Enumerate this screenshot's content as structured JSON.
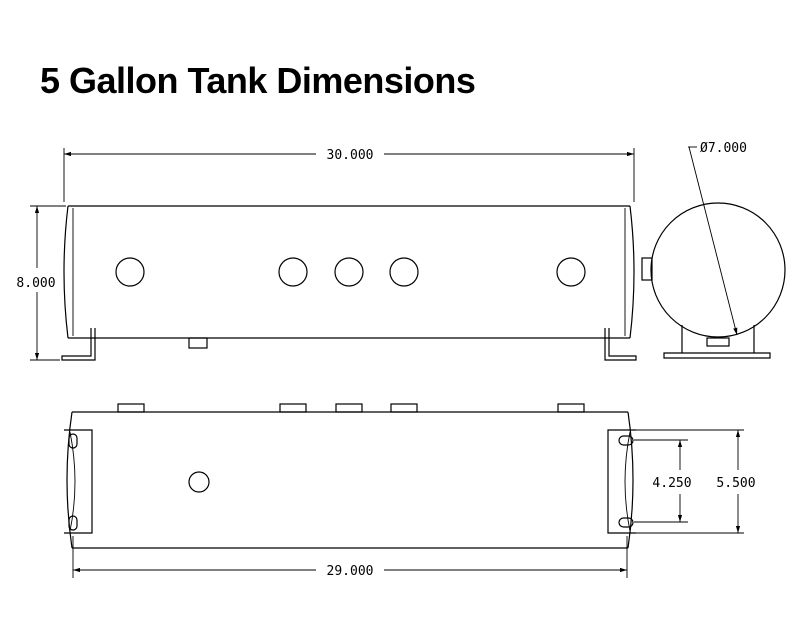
{
  "title": "5 Gallon Tank Dimensions",
  "dimensions": {
    "overall_length_top": "30.000",
    "height": "8.000",
    "diameter": "Ø7.000",
    "overall_length_bottom": "29.000",
    "mount_hole_spacing": "4.250",
    "mount_bracket_width": "5.500"
  }
}
